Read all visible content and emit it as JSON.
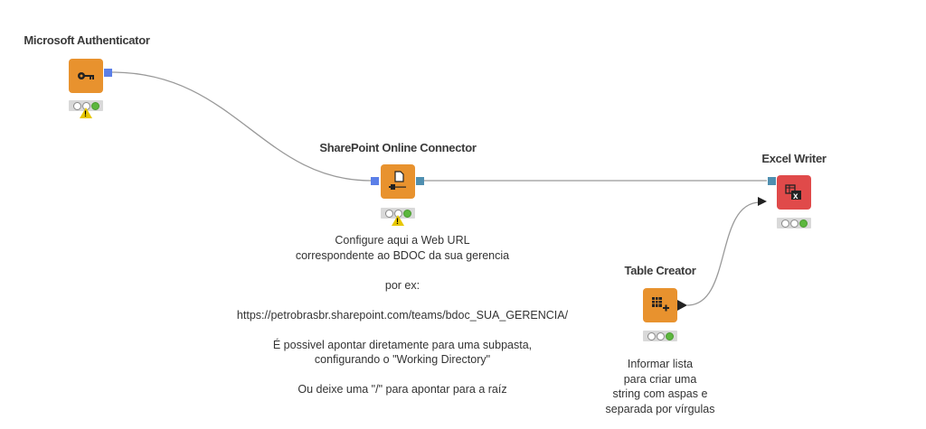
{
  "nodes": {
    "authenticator": {
      "label": "Microsoft Authenticator",
      "icon": "key-icon",
      "color": "#e8922e",
      "warning": true
    },
    "sharepoint": {
      "label": "SharePoint Online Connector",
      "icon": "file-connector-icon",
      "color": "#e8922e",
      "warning": true,
      "annotation": [
        "Configure aqui a Web URL",
        "correspondente ao BDOC da sua gerencia",
        "",
        "por ex:",
        "",
        "https://petrobrasbr.sharepoint.com/teams/bdoc_SUA_GERENCIA/",
        "",
        "É possivel apontar diretamente para uma subpasta,",
        "configurando o \"Working Directory\"",
        "",
        "Ou deixe uma \"/\" para apontar para a raíz"
      ]
    },
    "excel": {
      "label": "Excel Writer",
      "icon": "excel-icon",
      "color": "#e04a4a",
      "warning": false
    },
    "table": {
      "label": "Table Creator",
      "icon": "table-plus-icon",
      "color": "#e8922e",
      "warning": false,
      "annotation": [
        "Informar lista",
        "para criar uma",
        "string com aspas e",
        "separada por vírgulas"
      ]
    }
  },
  "colors": {
    "credential_port": "#5b7fe8",
    "file_port": "#4f8fb0",
    "status_green": "#5cb73e"
  }
}
